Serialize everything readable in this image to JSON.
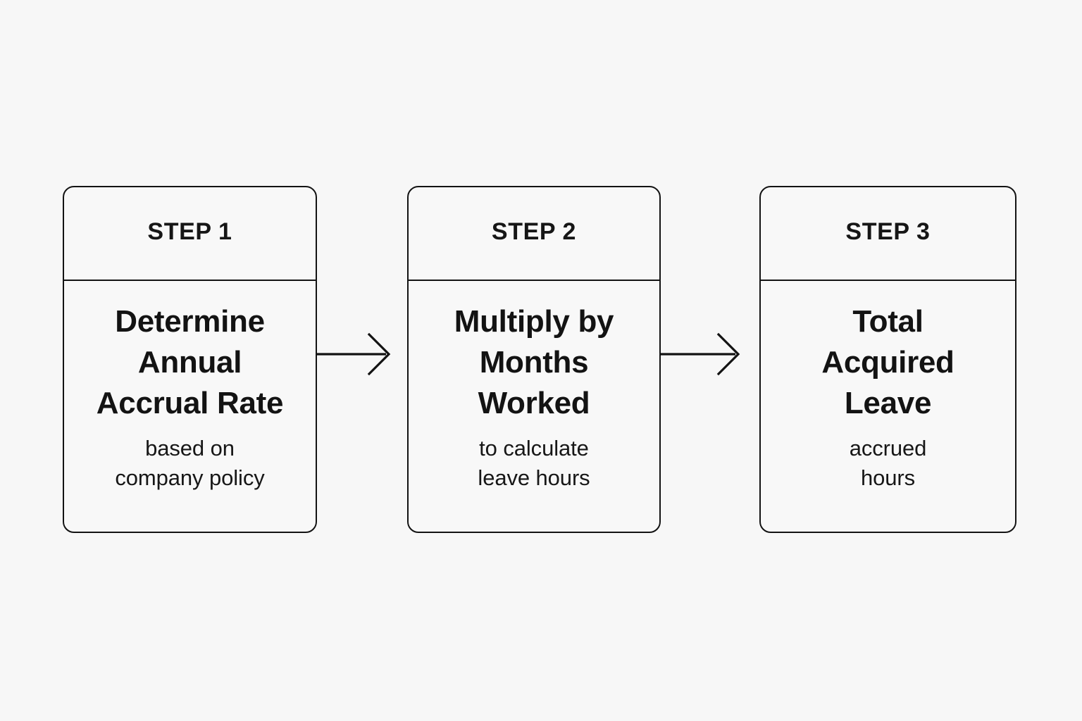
{
  "page": {
    "background_color": "#f7f7f7",
    "line_color": "#131313",
    "text_color": "#131313"
  },
  "flow": {
    "steps": [
      {
        "header": "STEP 1",
        "title": "Determine\nAnnual\nAccrual Rate",
        "subtitle": "based on\ncompany policy"
      },
      {
        "header": "STEP 2",
        "title": "Multiply by\nMonths\nWorked",
        "subtitle": "to calculate\nleave hours"
      },
      {
        "header": "STEP 3",
        "title": "Total\nAcquired\nLeave",
        "subtitle": "accrued\nhours"
      }
    ],
    "connectors": [
      {
        "name": "arrow-step1-to-step2",
        "direction": "right"
      },
      {
        "name": "arrow-step2-to-step3",
        "direction": "right"
      }
    ]
  }
}
